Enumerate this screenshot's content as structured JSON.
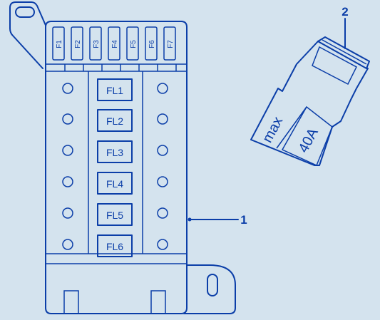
{
  "diagram": {
    "colors": {
      "line": "#0b3ea8",
      "background": "#d4e3ee"
    },
    "fuse_box": {
      "top_fuses": [
        "F1",
        "F2",
        "F3",
        "F4",
        "F5",
        "F6",
        "F7"
      ],
      "fusible_links": [
        "FL1",
        "FL2",
        "FL3",
        "FL4",
        "FL5",
        "FL6"
      ],
      "callout": "1"
    },
    "fuse_part": {
      "callout": "2",
      "label_max": "max",
      "label_rating": "40A"
    }
  }
}
